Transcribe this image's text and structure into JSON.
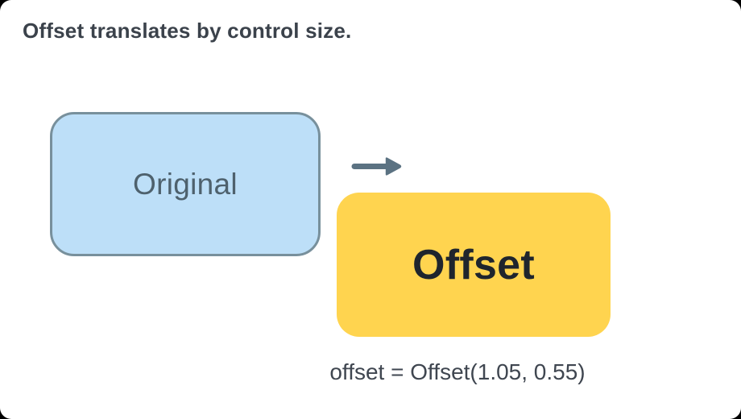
{
  "diagram": {
    "title": "Offset translates by control size.",
    "original_box": {
      "label": "Original"
    },
    "offset_box": {
      "label": "Offset"
    },
    "caption": "offset = Offset(1.05, 0.55)",
    "arrow_icon": "right-arrow",
    "colors": {
      "canvas_background": "#FFFFFF",
      "corner_backdrop": "#000000",
      "title_text": "#3B424B",
      "original_fill": "#BDDFF8",
      "original_border": "#78909C",
      "original_text": "#4E616D",
      "arrow": "#5B7282",
      "offset_fill": "#FFD44F",
      "offset_text": "#1F252D",
      "caption_text": "#3F4650"
    }
  }
}
